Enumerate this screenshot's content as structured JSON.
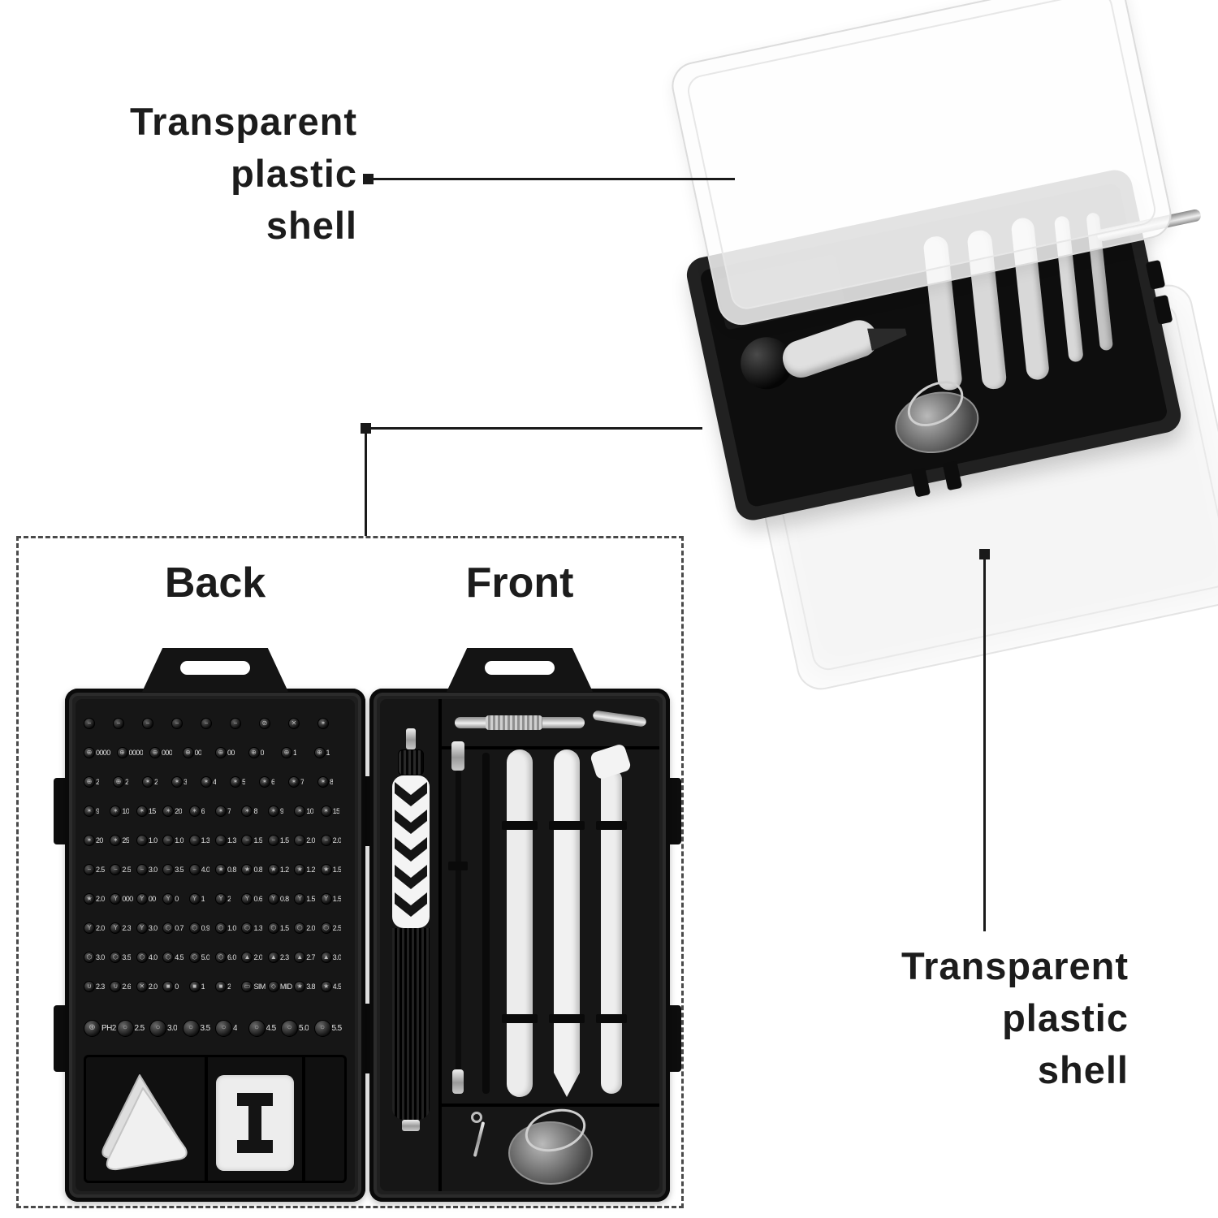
{
  "annotations": {
    "top_left": {
      "line1": "Transparent",
      "line2": "plastic",
      "line3": "shell"
    },
    "bottom_right": {
      "line1": "Transparent",
      "line2": "plastic",
      "line3": "shell"
    }
  },
  "panel_labels": {
    "back": "Back",
    "front": "Front"
  },
  "back_panel": {
    "bit_rows": [
      [
        "−|",
        "−|",
        "−|",
        "−|",
        "−|",
        "−|",
        "⊘|",
        "✕|",
        "✶|"
      ],
      [
        "⊕|0000",
        "⊕|0000",
        "⊕|000",
        "⊕|00",
        "⊕|00",
        "⊕|0",
        "⊕|1",
        "⊕|1"
      ],
      [
        "⊕|2",
        "⊕|2",
        "✶|2",
        "✶|3",
        "✶|4",
        "✶|5",
        "✶|6",
        "✶|7",
        "✶|8"
      ],
      [
        "✶|9",
        "✶|10",
        "✶|15",
        "✶|20",
        "✶|6",
        "✶|7",
        "✶|8",
        "✶|9",
        "✶|10",
        "✶|15"
      ],
      [
        "✶|20",
        "✶|25",
        "−|1.0",
        "−|1.0",
        "−|1.3",
        "−|1.3",
        "−|1.5",
        "−|1.5",
        "−|2.0",
        "−|2.0"
      ],
      [
        "−|2.5",
        "−|2.5",
        "−|3.0",
        "−|3.5",
        "−|4.0",
        "★|0.8",
        "★|0.8",
        "★|1.2",
        "★|1.2",
        "★|1.5"
      ],
      [
        "★|2.0",
        "Y|000",
        "Y|00",
        "Y|0",
        "Y|1",
        "Y|2",
        "Y|0.6",
        "Y|0.8",
        "Y|1.5",
        "Y|1.5"
      ],
      [
        "Y|2.0",
        "Y|2.3",
        "Y|3.0",
        "⬡|0.7",
        "⬡|0.9",
        "⬡|1.0",
        "⬡|1.3",
        "⬡|1.5",
        "⬡|2.0",
        "⬡|2.5"
      ],
      [
        "⬡|3.0",
        "⬡|3.5",
        "⬡|4.0",
        "⬡|4.5",
        "⬡|5.0",
        "⬡|6.0",
        "▲|2.0",
        "▲|2.3",
        "▲|2.7",
        "▲|3.0"
      ],
      [
        "∪|2.3",
        "∪|2.6",
        "✕|2.0",
        "■|0",
        "■|1",
        "■|2",
        "▭|SIM",
        "◇|MID",
        "★|3.8",
        "★|4.5"
      ]
    ],
    "socket_row": [
      "⊕|PH2",
      "○|2.5",
      "○|3.0",
      "○|3.5",
      "○|4",
      "○|4.5",
      "○|5.0",
      "○|5.5"
    ]
  },
  "colors": {
    "text": "#1a1a1a",
    "case_black": "#1f1f1f",
    "tool_gray": "#d8d8d8",
    "shell_white": "#f5f5f5"
  }
}
